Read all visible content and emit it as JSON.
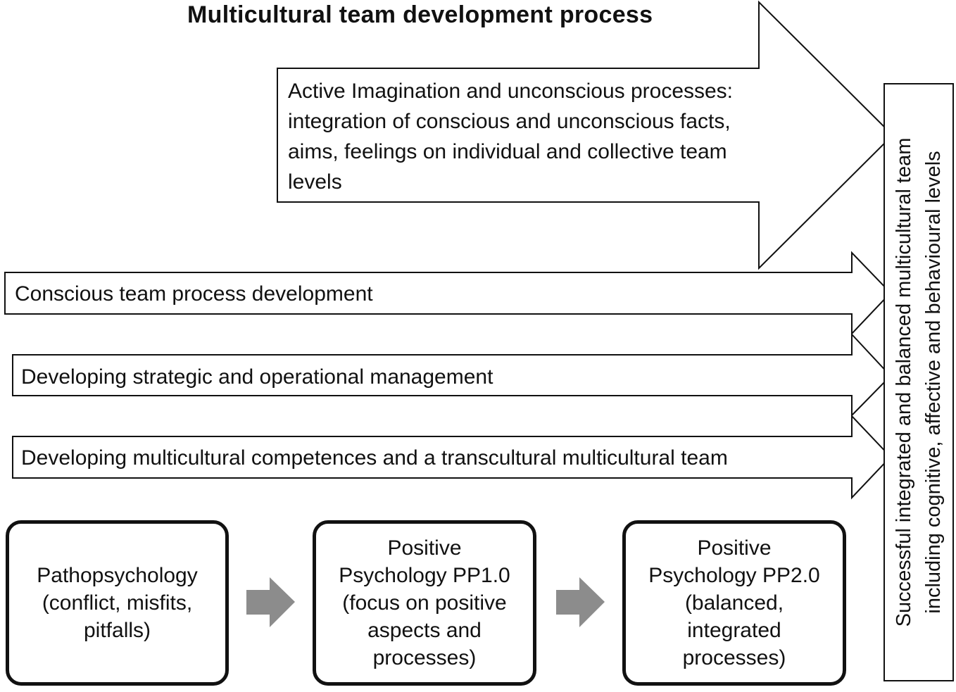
{
  "title": "Multicultural team development process",
  "top_arrow": {
    "lines": [
      "Active Imagination and unconscious processes:",
      "integration of conscious and unconscious facts,",
      "aims, feelings on individual and collective  team",
      "levels"
    ]
  },
  "process_arrows": [
    "Conscious team process development",
    "Developing strategic and operational management",
    "Developing multicultural competences and a transcultural multicultural team"
  ],
  "stages": [
    {
      "lines": [
        "Pathopsychology",
        "(conflict, misfits,",
        "pitfalls)"
      ]
    },
    {
      "lines": [
        "Positive",
        "Psychology PP1.0",
        "(focus on positive",
        "aspects and",
        "processes)"
      ]
    },
    {
      "lines": [
        "Positive",
        "Psychology PP2.0",
        "(balanced,",
        "integrated",
        "processes)"
      ]
    }
  ],
  "outcome": {
    "lines": [
      "Successful integrated and balanced multicultural team",
      "including cognitive, affective and behavioural levels"
    ]
  },
  "colors": {
    "stroke": "#111111",
    "connector_arrow": "#8c8c8c"
  }
}
